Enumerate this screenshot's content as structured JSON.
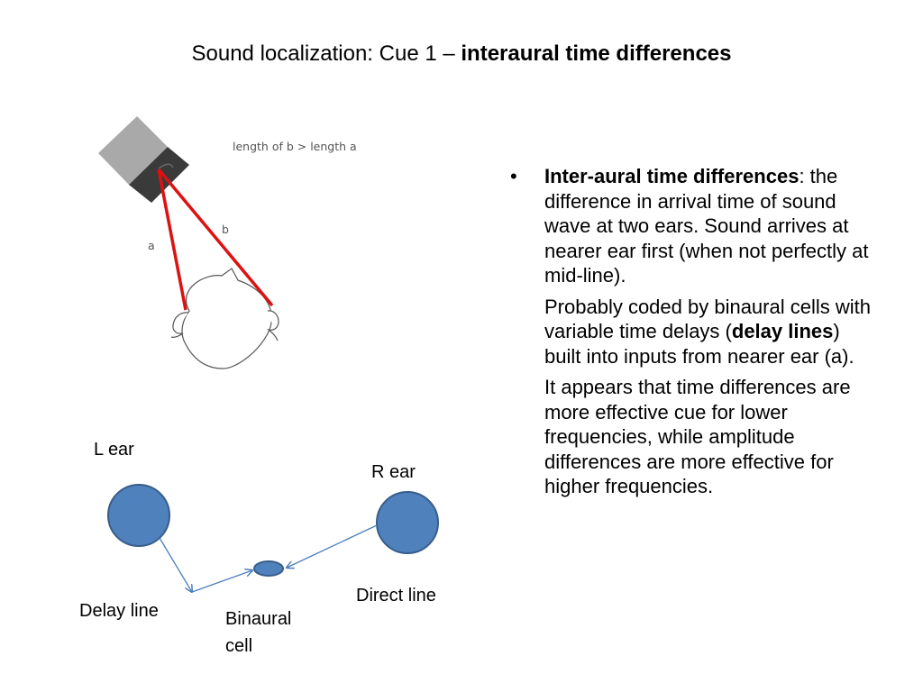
{
  "title": {
    "plain": "Sound localization: Cue 1 – ",
    "bold": "interaural time differences"
  },
  "figure": {
    "caption": "length of b > length a",
    "label_a": "a",
    "label_b": "b"
  },
  "diagram": {
    "left_ear": "L ear",
    "right_ear": "R ear",
    "delay_line": "Delay line",
    "direct_line": "Direct line",
    "binaural_cell_1": "Binaural",
    "binaural_cell_2": "cell"
  },
  "bullet": {
    "symbol": "•",
    "term": "Inter-aural time differences",
    "colon": ":",
    "definition": " the difference in arrival time of sound wave at two ears. Sound arrives at nearer ear first (when not perfectly at mid-line).",
    "para2_pre": "Probably coded by binaural cells with variable time delays (",
    "para2_bold": "delay lines",
    "para2_post": ") built into inputs from nearer ear (a).",
    "para3": "It appears that time differences are more effective cue for lower frequencies, while amplitude differences are more effective for higher frequencies."
  },
  "colors": {
    "path_red": "#dd1111",
    "circle_blue": "#4f81bd",
    "circle_border": "#385d8a"
  }
}
